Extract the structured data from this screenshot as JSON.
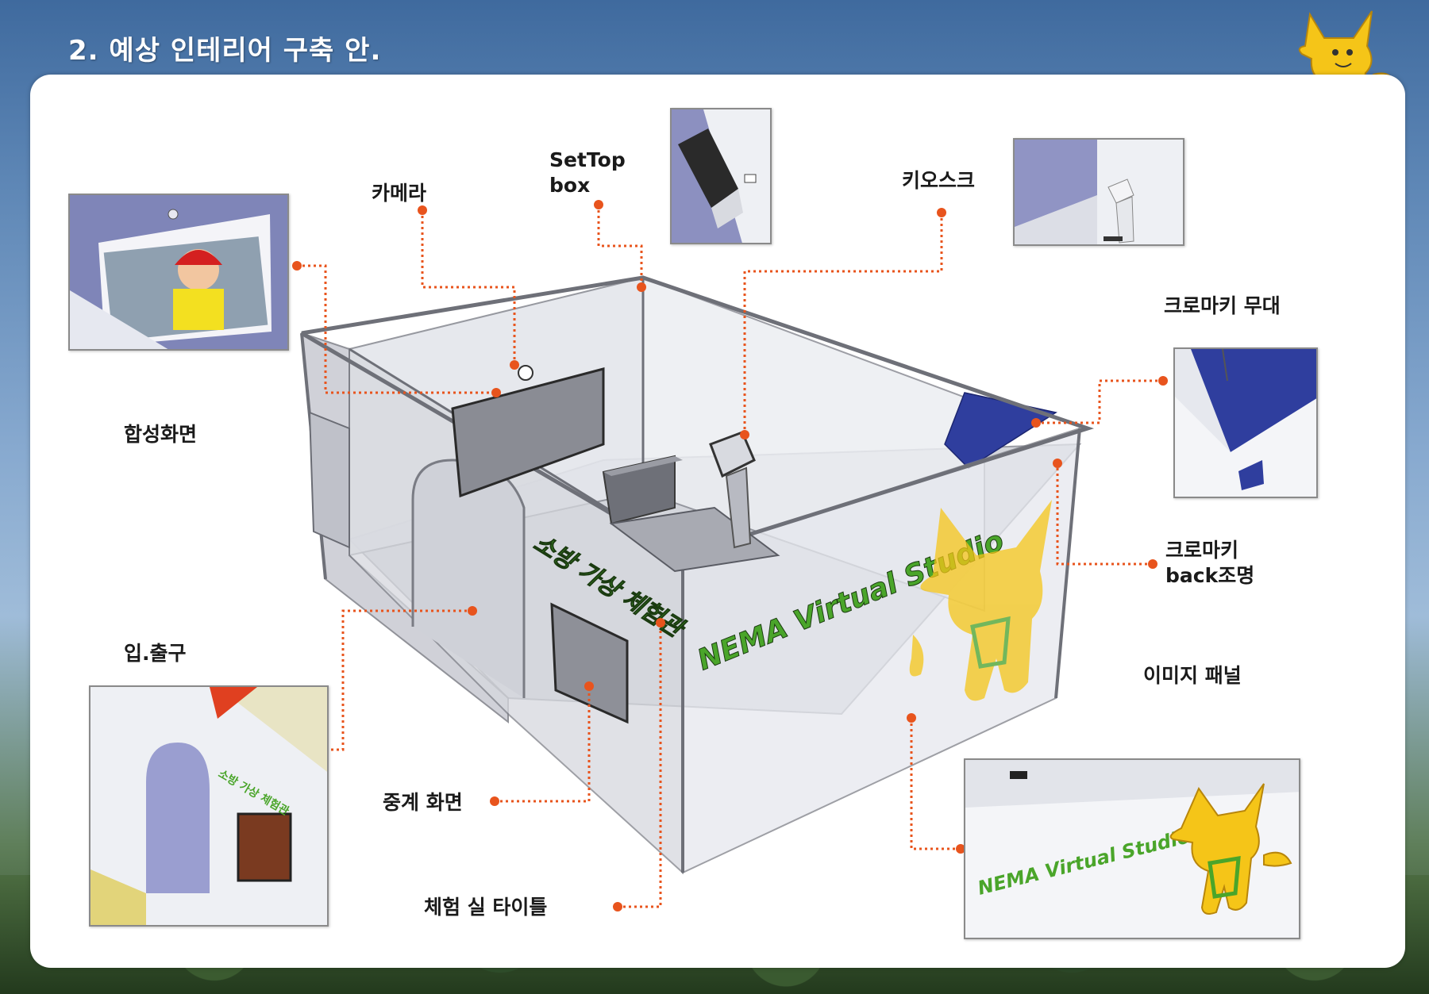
{
  "title": "2. 예상 인테리어 구축 안.",
  "labels": {
    "camera": "카메라",
    "settop": "SetTop\nbox",
    "kiosk": "키오스크",
    "chroma_stage": "크로마키 무대",
    "composite": "합성화면",
    "chroma_light": "크로마키\nback조명",
    "entrance": "입.출구",
    "image_panel": "이미지 패널",
    "relay": "중계 화면",
    "room_title": "체험 실 타이틀"
  },
  "scene_text": {
    "studio_sign": "NEMA Virtual Studio",
    "studio_sign_photo": "NEMA Virtual Studio",
    "korean_sign": "소방 가상 체험관"
  },
  "colors": {
    "callout": "#e8541d",
    "chroma_blue": "#2f3e9e",
    "mascot_yellow": "#f5c518",
    "sign_green": "#4aa52a",
    "sky_blue": "#5d86b5"
  }
}
